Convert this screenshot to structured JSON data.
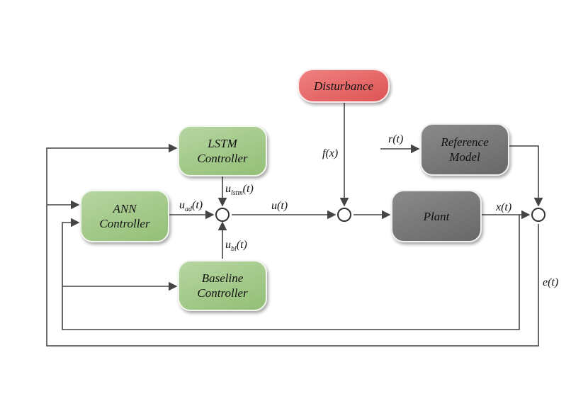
{
  "blocks": {
    "disturbance": "Disturbance",
    "lstm": [
      "LSTM",
      "Controller"
    ],
    "ann": [
      "ANN",
      "Controller"
    ],
    "baseline": [
      "Baseline",
      "Controller"
    ],
    "plant": "Plant",
    "reference": [
      "Reference",
      "Model"
    ]
  },
  "signals": {
    "fx": "f(x)",
    "rt": "r(t)",
    "ut": "u(t)",
    "xt": "x(t)",
    "et": "e(t)",
    "u_ad": {
      "base": "u",
      "sub": "ad",
      "tail": "(t)"
    },
    "u_lstm": {
      "base": "u",
      "sub": "lstm",
      "tail": "(t)"
    },
    "u_bl": {
      "base": "u",
      "sub": "bl",
      "tail": "(t)"
    }
  },
  "colors": {
    "controller": "#a5ca8c",
    "plant": "#777777",
    "disturbance": "#e96a6a",
    "line": "#444444"
  }
}
